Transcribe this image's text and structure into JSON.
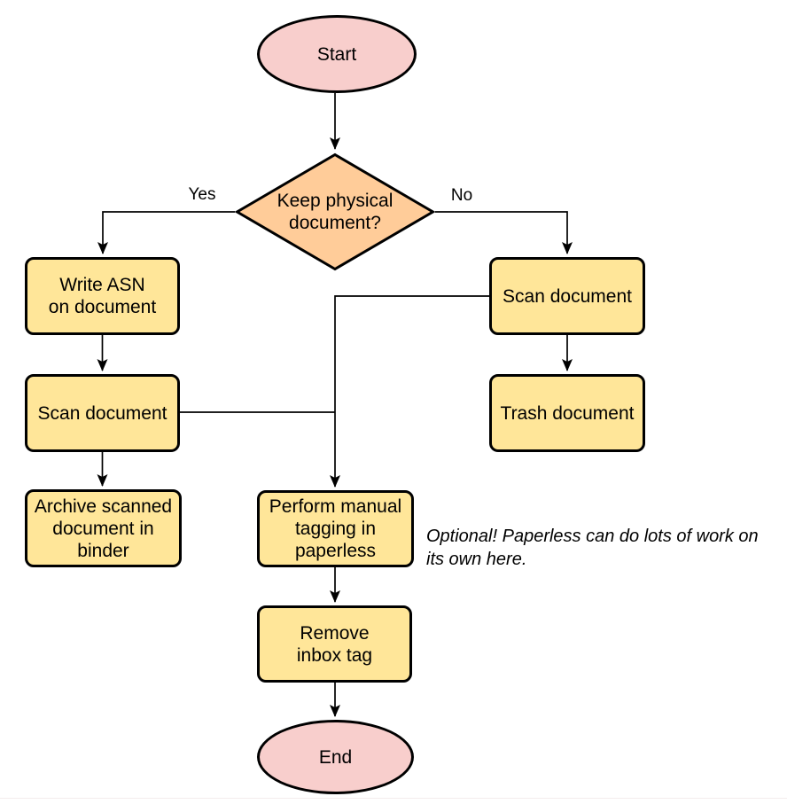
{
  "colors": {
    "terminator_fill": "#F8CECC",
    "decision_fill": "#FFCC99",
    "process_fill": "#FFE699",
    "stroke": "#000000"
  },
  "nodes": {
    "start": {
      "label": "Start"
    },
    "decision": {
      "label": "Keep physical\ndocument?"
    },
    "write_asn": {
      "label": "Write ASN\non document"
    },
    "scan_left": {
      "label": "Scan document"
    },
    "archive": {
      "label": "Archive scanned\ndocument in\nbinder"
    },
    "scan_right": {
      "label": "Scan document"
    },
    "trash": {
      "label": "Trash document"
    },
    "tagging": {
      "label": "Perform manual\ntagging in\npaperless"
    },
    "remove_inbox": {
      "label": "Remove\ninbox tag"
    },
    "end": {
      "label": "End"
    }
  },
  "edge_labels": {
    "yes": "Yes",
    "no": "No"
  },
  "annotation": "Optional! Paperless can do lots of work on\nits own here."
}
